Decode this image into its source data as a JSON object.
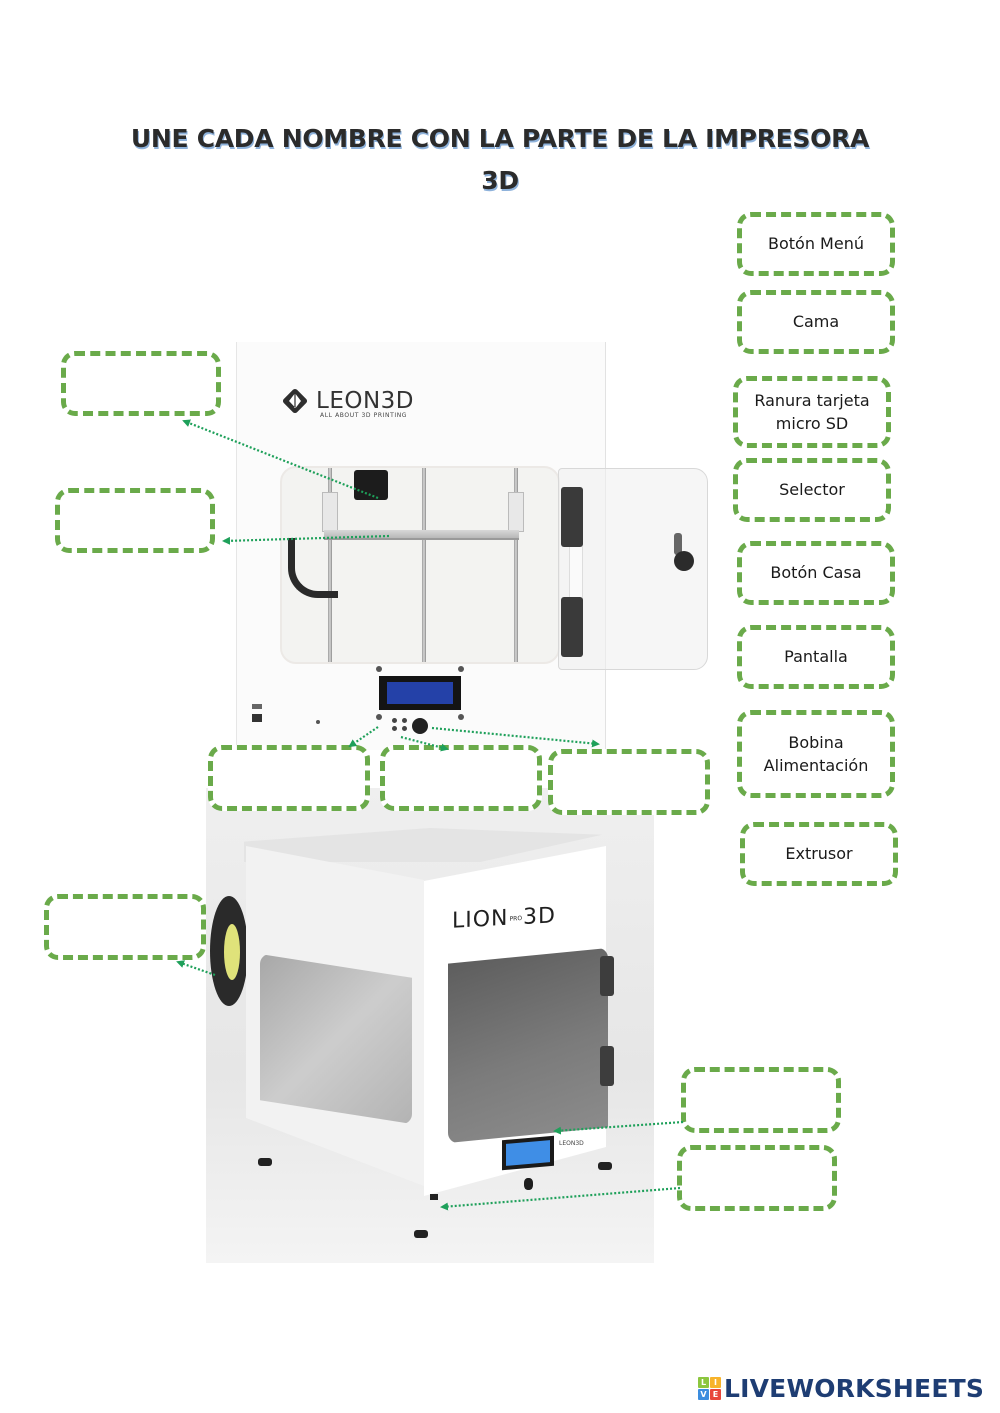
{
  "worksheet": {
    "title_line1": "UNE CADA NOMBRE CON LA PARTE DE LA IMPRESORA",
    "title_line2": "3D"
  },
  "word_bank": [
    {
      "label": "Botón Menú"
    },
    {
      "label": "Cama"
    },
    {
      "label": "Ranura tarjeta\nmicro SD"
    },
    {
      "label": "Selector"
    },
    {
      "label": "Botón Casa"
    },
    {
      "label": "Pantalla"
    },
    {
      "label": "Bobina\nAlimentación"
    },
    {
      "label": "Extrusor"
    }
  ],
  "drop_targets": {
    "printer1_top_left": "",
    "printer1_mid_left": "",
    "printer1_bottom_1": "",
    "printer1_bottom_2": "",
    "printer1_bottom_3": "",
    "printer2_left": "",
    "printer2_right_top": "",
    "printer2_right_bottom": ""
  },
  "images": {
    "printer1_brand": "LEON3D",
    "printer1_tagline": "ALL ABOUT 3D PRINTING",
    "printer2_brand_left": "LION",
    "printer2_brand_mid": "PRO",
    "printer2_brand_right": "3D",
    "printer2_small_logo": "LEON3D"
  },
  "colors": {
    "dashed_border": "#6aaa4a",
    "arrow": "#1ea05a",
    "title_shadow": "#8eb2db",
    "footer_brand": "#1e3d73"
  },
  "footer": {
    "brand": "LIVEWORKSHEETS",
    "tiles": [
      "L",
      "I",
      "V",
      "E"
    ]
  }
}
